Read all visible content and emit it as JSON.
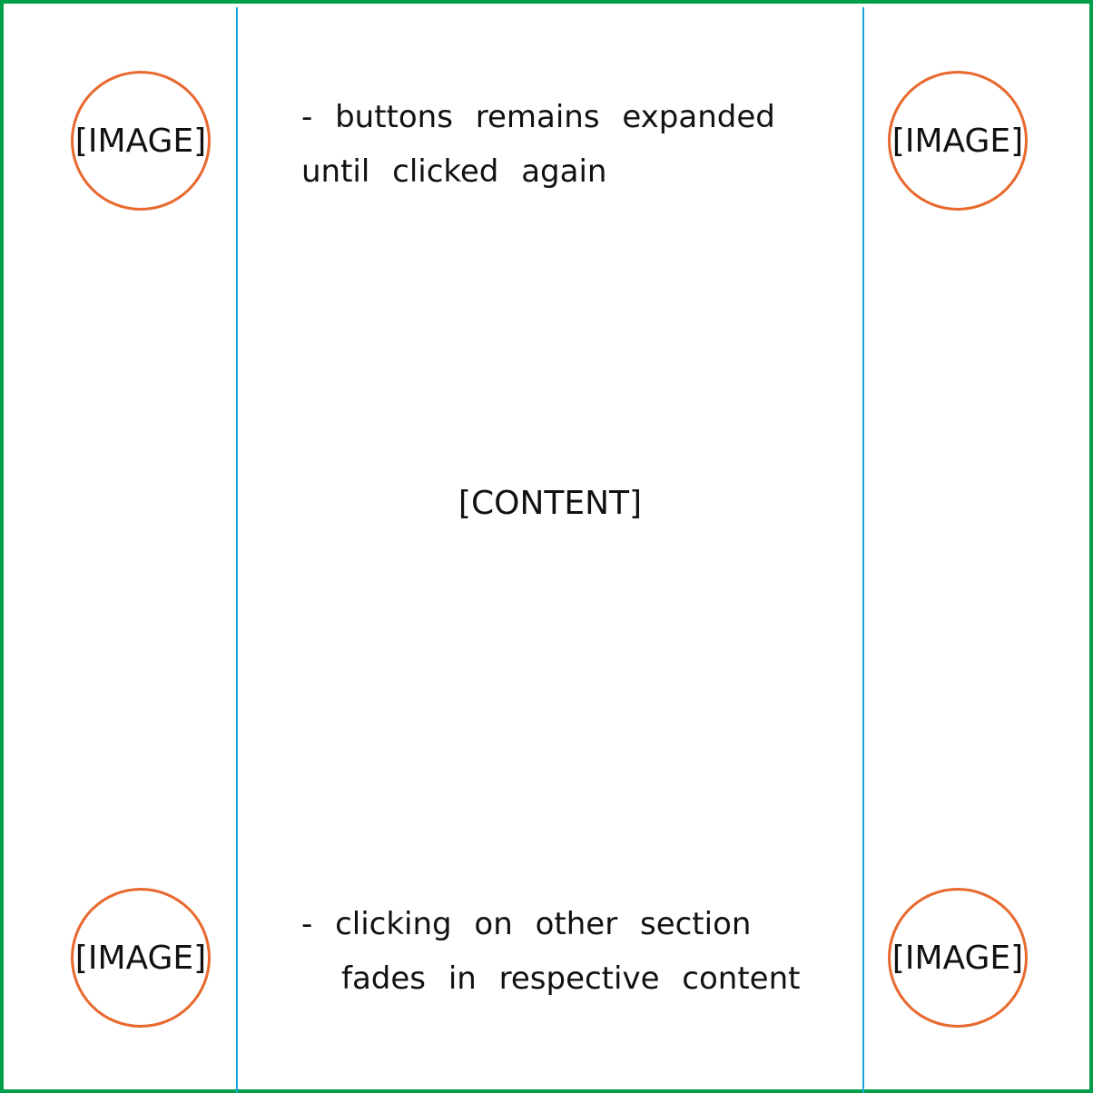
{
  "image_placeholders": {
    "top_left": "[IMAGE]",
    "top_right": "[IMAGE]",
    "bottom_left": "[IMAGE]",
    "bottom_right": "[IMAGE]"
  },
  "notes": {
    "top": {
      "line1": "- buttons remains expanded",
      "line2": "until clicked again"
    },
    "bottom": {
      "line1": "- clicking on other section",
      "line2": "fades in respective content"
    }
  },
  "content_label": "[CONTENT]",
  "colors": {
    "outer_border": "#00a04a",
    "column_lines": "#1aa7d8",
    "circle_border": "#e8692e"
  }
}
